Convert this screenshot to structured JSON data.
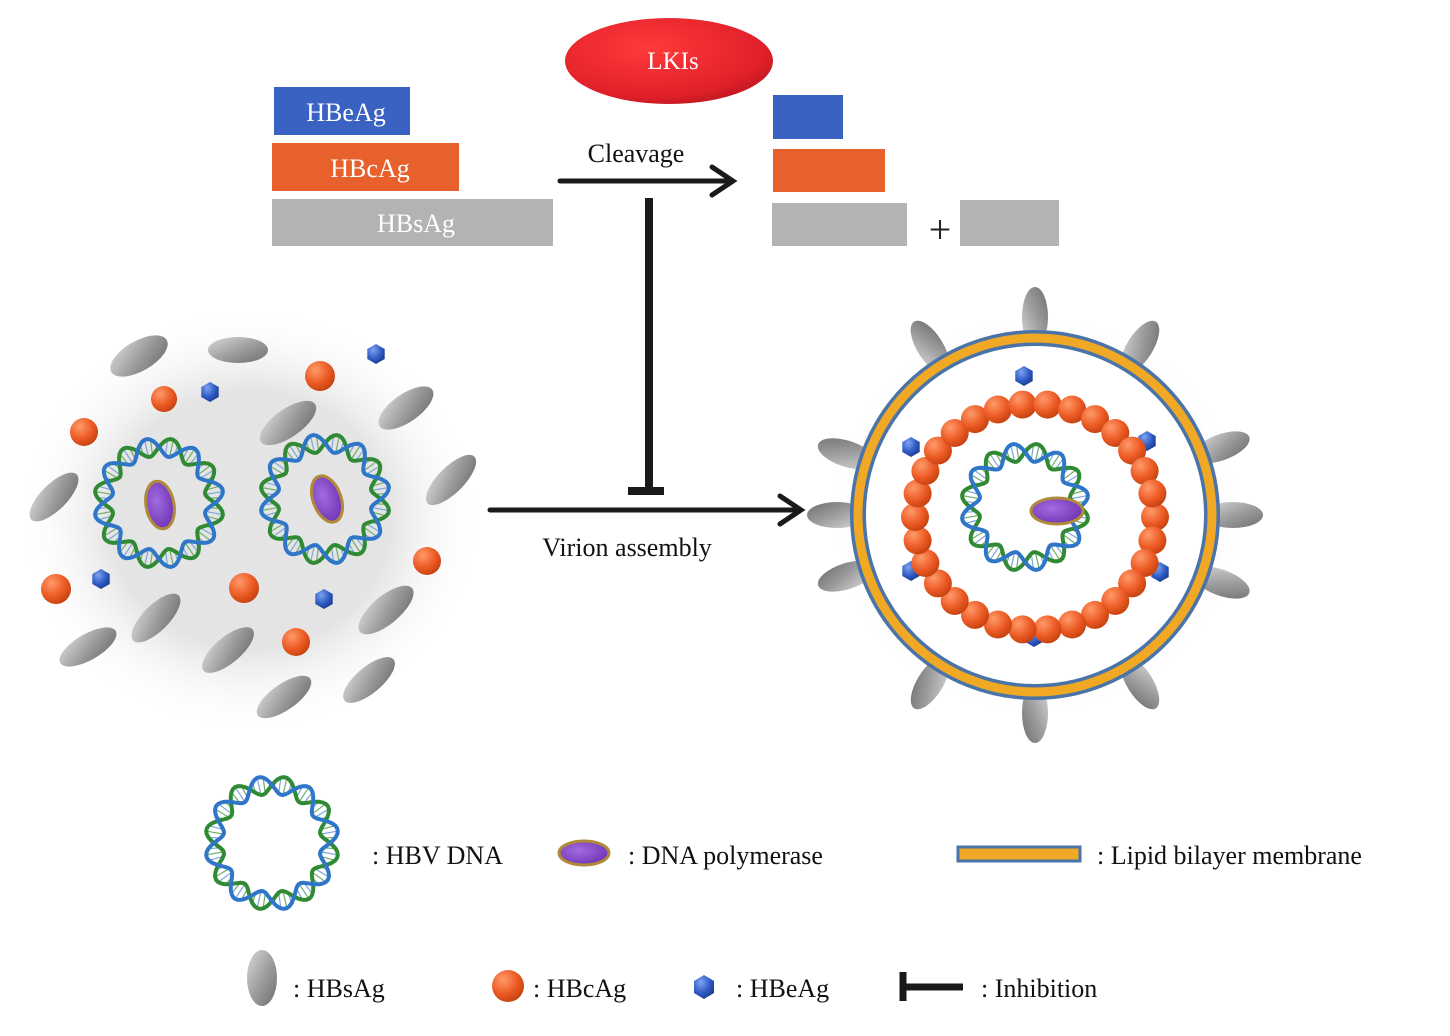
{
  "colors": {
    "hbeag": "#3a62c2",
    "hbcag": "#e8612c",
    "hbsag": "#b3b3b4",
    "lki": "#e0202a",
    "polymerase": "#7a3fb8",
    "membrane_gold": "#f0a825",
    "membrane_blue": "#4a74a8",
    "dna_green": "#3b9a3c",
    "dna_blue": "#2f76c8",
    "arrow": "#1a1a1a"
  },
  "top": {
    "lki_label": "LKIs",
    "bar_hbeag": "HBeAg",
    "bar_hbcag": "HBcAg",
    "bar_hbsag": "HBsAg",
    "cleavage_label": "Cleavage",
    "plus_sign": "+"
  },
  "middle": {
    "assembly_label": "Virion assembly"
  },
  "legend": {
    "hbv_dna": ": HBV DNA",
    "dna_polymerase": ": DNA polymerase",
    "lipid_membrane": ": Lipid bilayer membrane",
    "hbsag": ": HBsAg",
    "hbcag": ": HBcAg",
    "hbeag": ": HBeAg",
    "inhibition": ": Inhibition"
  },
  "icons": [
    "dna-ring-icon",
    "polymerase-icon",
    "hbsag-particle-icon",
    "hbcag-particle-icon",
    "hbeag-particle-icon",
    "inhibition-icon",
    "membrane-icon"
  ]
}
